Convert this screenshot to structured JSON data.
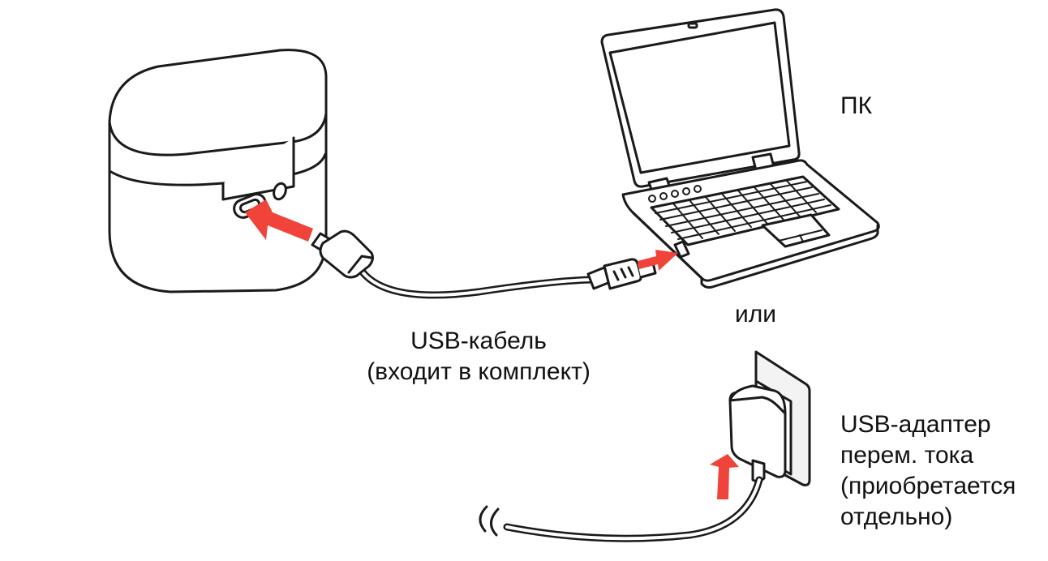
{
  "labels": {
    "pc": "ПК",
    "or": "или",
    "cable_line1": "USB-кабель",
    "cable_line2": "(входит в комплект)",
    "adapter_line1": "USB-адаптер",
    "adapter_line2": "перем. тока",
    "adapter_line3": "(приобретается",
    "adapter_line4": "отдельно)"
  },
  "colors": {
    "arrow": "#f0433a",
    "outline": "#1a1a1a",
    "device_fill": "#ffffff",
    "wall_fill": "#f3f3f3"
  }
}
